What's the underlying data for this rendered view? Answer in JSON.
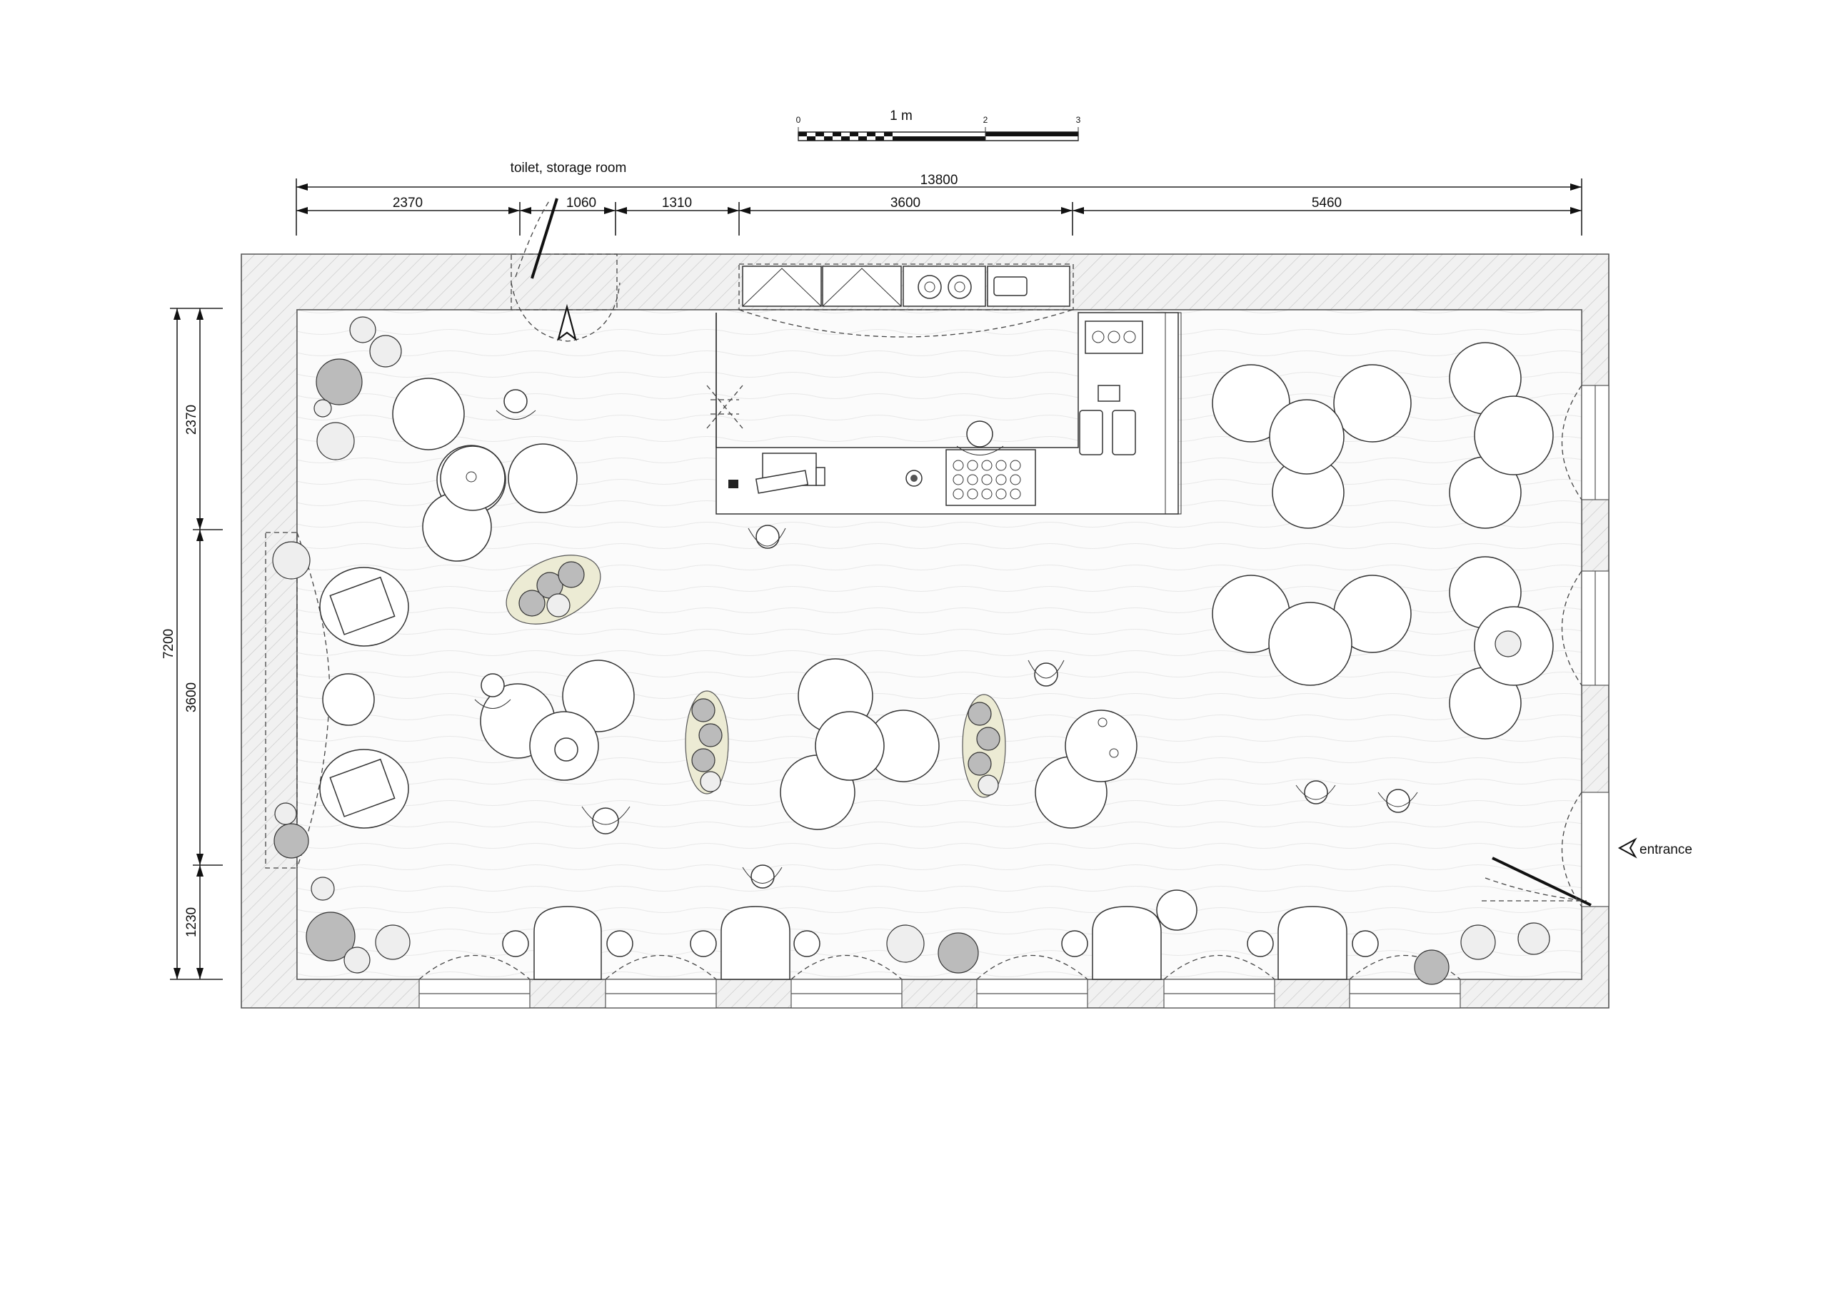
{
  "scale_bar": {
    "unit_label": "1 m",
    "ticks": [
      "0",
      "2",
      "3"
    ]
  },
  "dimensions": {
    "overall_width": "13800",
    "segments": [
      "2370",
      "1060",
      "1310",
      "3600",
      "5460"
    ],
    "overall_height": "7200",
    "vertical_segments": [
      "2370",
      "3600",
      "1230"
    ]
  },
  "labels": {
    "toilet": "toilet, storage room",
    "entrance": "entrance"
  },
  "colors": {
    "wall_fill": "#eeeeee",
    "floor": "#fafafa",
    "plant_dark": "#bbbbbb",
    "planter_tint": "#ecebd4"
  }
}
